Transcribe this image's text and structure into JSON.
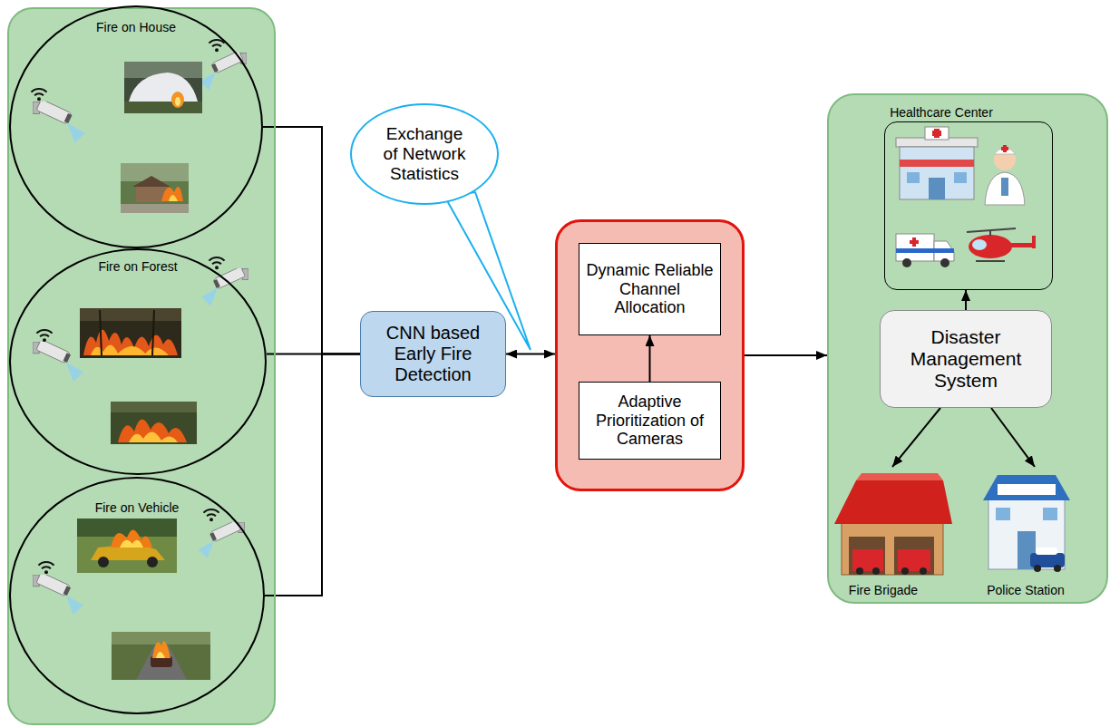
{
  "diagram": {
    "nodes": [
      {
        "text": []
      },
      {
        "text": [
          "Fire on House"
        ],
        "in": 0
      },
      {
        "text": [
          "Fire on Forest"
        ],
        "in": 0
      },
      {
        "text": [
          "Fire on Vehicle"
        ],
        "in": 0
      },
      {
        "text": [
          "CNN based Early Fire Detection"
        ]
      },
      {
        "text": [
          "Exchange of Network Statistics"
        ]
      },
      {
        "text": []
      },
      {
        "text": [
          "Dynamic Reliable Channel Allocation"
        ],
        "in": 6
      },
      {
        "text": [
          "Adaptive Prioritization of Cameras"
        ],
        "in": 6
      },
      {
        "text": []
      },
      {
        "text": [
          "Healthcare Center"
        ],
        "in": 9
      },
      {
        "text": [
          "Disaster Management System"
        ],
        "in": 9
      },
      {
        "text": [
          "Fire Brigade"
        ],
        "in": 9
      },
      {
        "text": [
          "Police Station"
        ],
        "in": 9
      }
    ],
    "edges": [
      {
        "from": 1,
        "to": 4,
        "arrow": "none"
      },
      {
        "from": 2,
        "to": 4,
        "arrow": "none"
      },
      {
        "from": 3,
        "to": 4,
        "arrow": "none"
      },
      {
        "from": 4,
        "to": 6,
        "arrow": "both"
      },
      {
        "from": 8,
        "to": 7,
        "arrow": "to"
      },
      {
        "from": 6,
        "to": 9,
        "arrow": "to"
      },
      {
        "from": 11,
        "to": 10,
        "arrow": "to"
      },
      {
        "from": 11,
        "to": 12,
        "arrow": "to"
      },
      {
        "from": 11,
        "to": 13,
        "arrow": "to"
      }
    ]
  }
}
